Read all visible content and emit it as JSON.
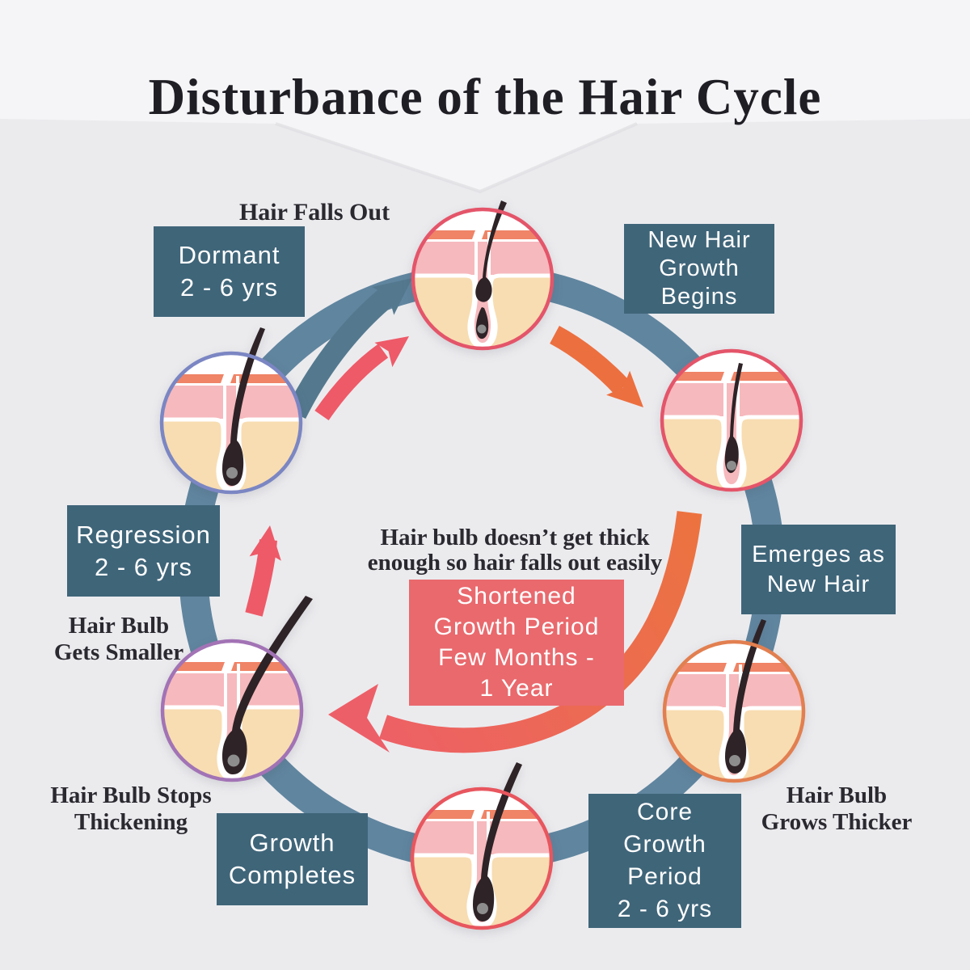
{
  "title": "Disturbance of the Hair Cycle",
  "palette": {
    "background": "#ebebee",
    "label_box_blue": "#3f6579",
    "center_box_red": "#e9696d",
    "ring_blue": "#59809b",
    "arrow_blue": "#54798f",
    "arrow_red": "#ee5a68",
    "arrow_orange": "#ec6f3f",
    "circle_border_pink": "#e4556a",
    "circle_border_blue": "#7b86c3",
    "circle_border_purple": "#a273b5",
    "circle_border_orange": "#e27f50",
    "skin_stripe_orange": "#ef8466",
    "skin_pink": "#f6b9bd",
    "skin_cream": "#f8ddb2",
    "hair_dark": "#2e2327",
    "serif_text": "#2b2930"
  },
  "annotations": {
    "hair_falls_out": "Hair Falls Out",
    "center_note_line1": "Hair bulb doesn’t get thick",
    "center_note_line2": "enough so hair falls out easily",
    "bulb_smaller_line1": "Hair Bulb",
    "bulb_smaller_line2": "Gets Smaller",
    "bulb_stops_line1": "Hair Bulb Stops",
    "bulb_stops_line2": "Thickening",
    "bulb_thicker_line1": "Hair Bulb",
    "bulb_thicker_line2": "Grows Thicker"
  },
  "boxes": {
    "dormant": {
      "lines": [
        "Dormant",
        "2 - 6 yrs"
      ]
    },
    "new_hair": {
      "lines": [
        "New Hair",
        "Growth",
        "Begins"
      ]
    },
    "emerges": {
      "lines": [
        "Emerges as",
        "New Hair"
      ]
    },
    "regression": {
      "lines": [
        "Regression",
        "2 - 6 yrs"
      ]
    },
    "growth_completes": {
      "lines": [
        "Growth",
        "Completes"
      ]
    },
    "core_growth": {
      "lines": [
        "Core",
        "Growth",
        "Period",
        "2 - 6 yrs"
      ]
    },
    "shortened": {
      "lines": [
        "Shortened",
        "Growth Period",
        "Few Months -",
        "1 Year"
      ]
    }
  }
}
